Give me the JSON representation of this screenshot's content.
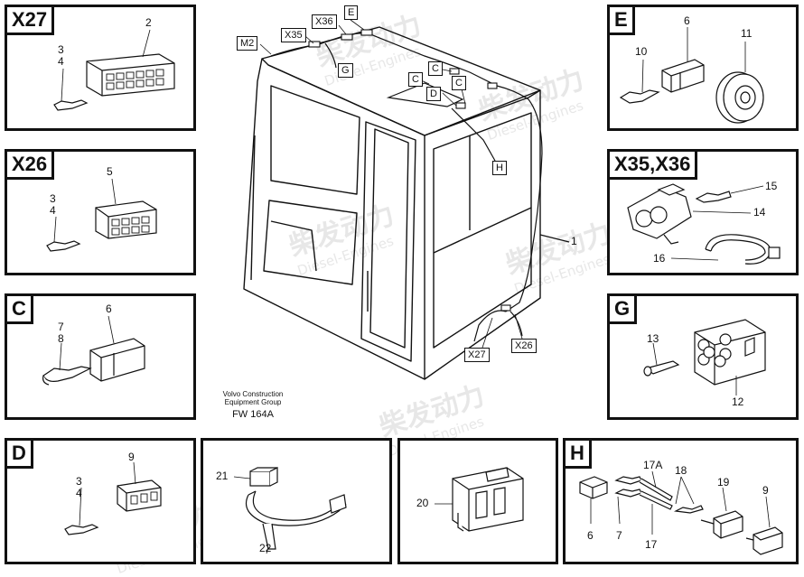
{
  "panels": {
    "x27": {
      "tag": "X27",
      "n1": "2",
      "n2": "3",
      "n3": "4"
    },
    "x26": {
      "tag": "X26",
      "n1": "5",
      "n2": "3",
      "n3": "4"
    },
    "c": {
      "tag": "C",
      "n1": "6",
      "n2": "7",
      "n3": "8"
    },
    "d": {
      "tag": "D",
      "n1": "9",
      "n2": "3",
      "n3": "4"
    },
    "e": {
      "tag": "E",
      "n1": "6",
      "n2": "10",
      "n3": "11"
    },
    "x35": {
      "tag": "X35,X36",
      "n1": "15",
      "n2": "14",
      "n3": "16"
    },
    "g": {
      "tag": "G",
      "n1": "13",
      "n2": "12"
    },
    "p21": {
      "n1": "21",
      "n2": "22"
    },
    "p20": {
      "n1": "20"
    },
    "h": {
      "tag": "H",
      "n1": "17A",
      "n2": "18",
      "n3": "19",
      "n4": "9",
      "n5": "6",
      "n6": "7",
      "n7": "17"
    }
  },
  "main": {
    "labels": {
      "m2": "M2",
      "x35": "X35",
      "x36": "X36",
      "e": "E",
      "g": "G",
      "c1": "C",
      "c2": "C",
      "c3": "C",
      "d": "D",
      "h": "H",
      "x27": "X27",
      "x26": "X26",
      "one": "1"
    },
    "caption_line1": "Volvo Construction",
    "caption_line2": "Equipment Group",
    "caption_code": "FW 164A"
  },
  "watermark": {
    "cn": "柴发动力",
    "en": "Diesel-Engines"
  }
}
